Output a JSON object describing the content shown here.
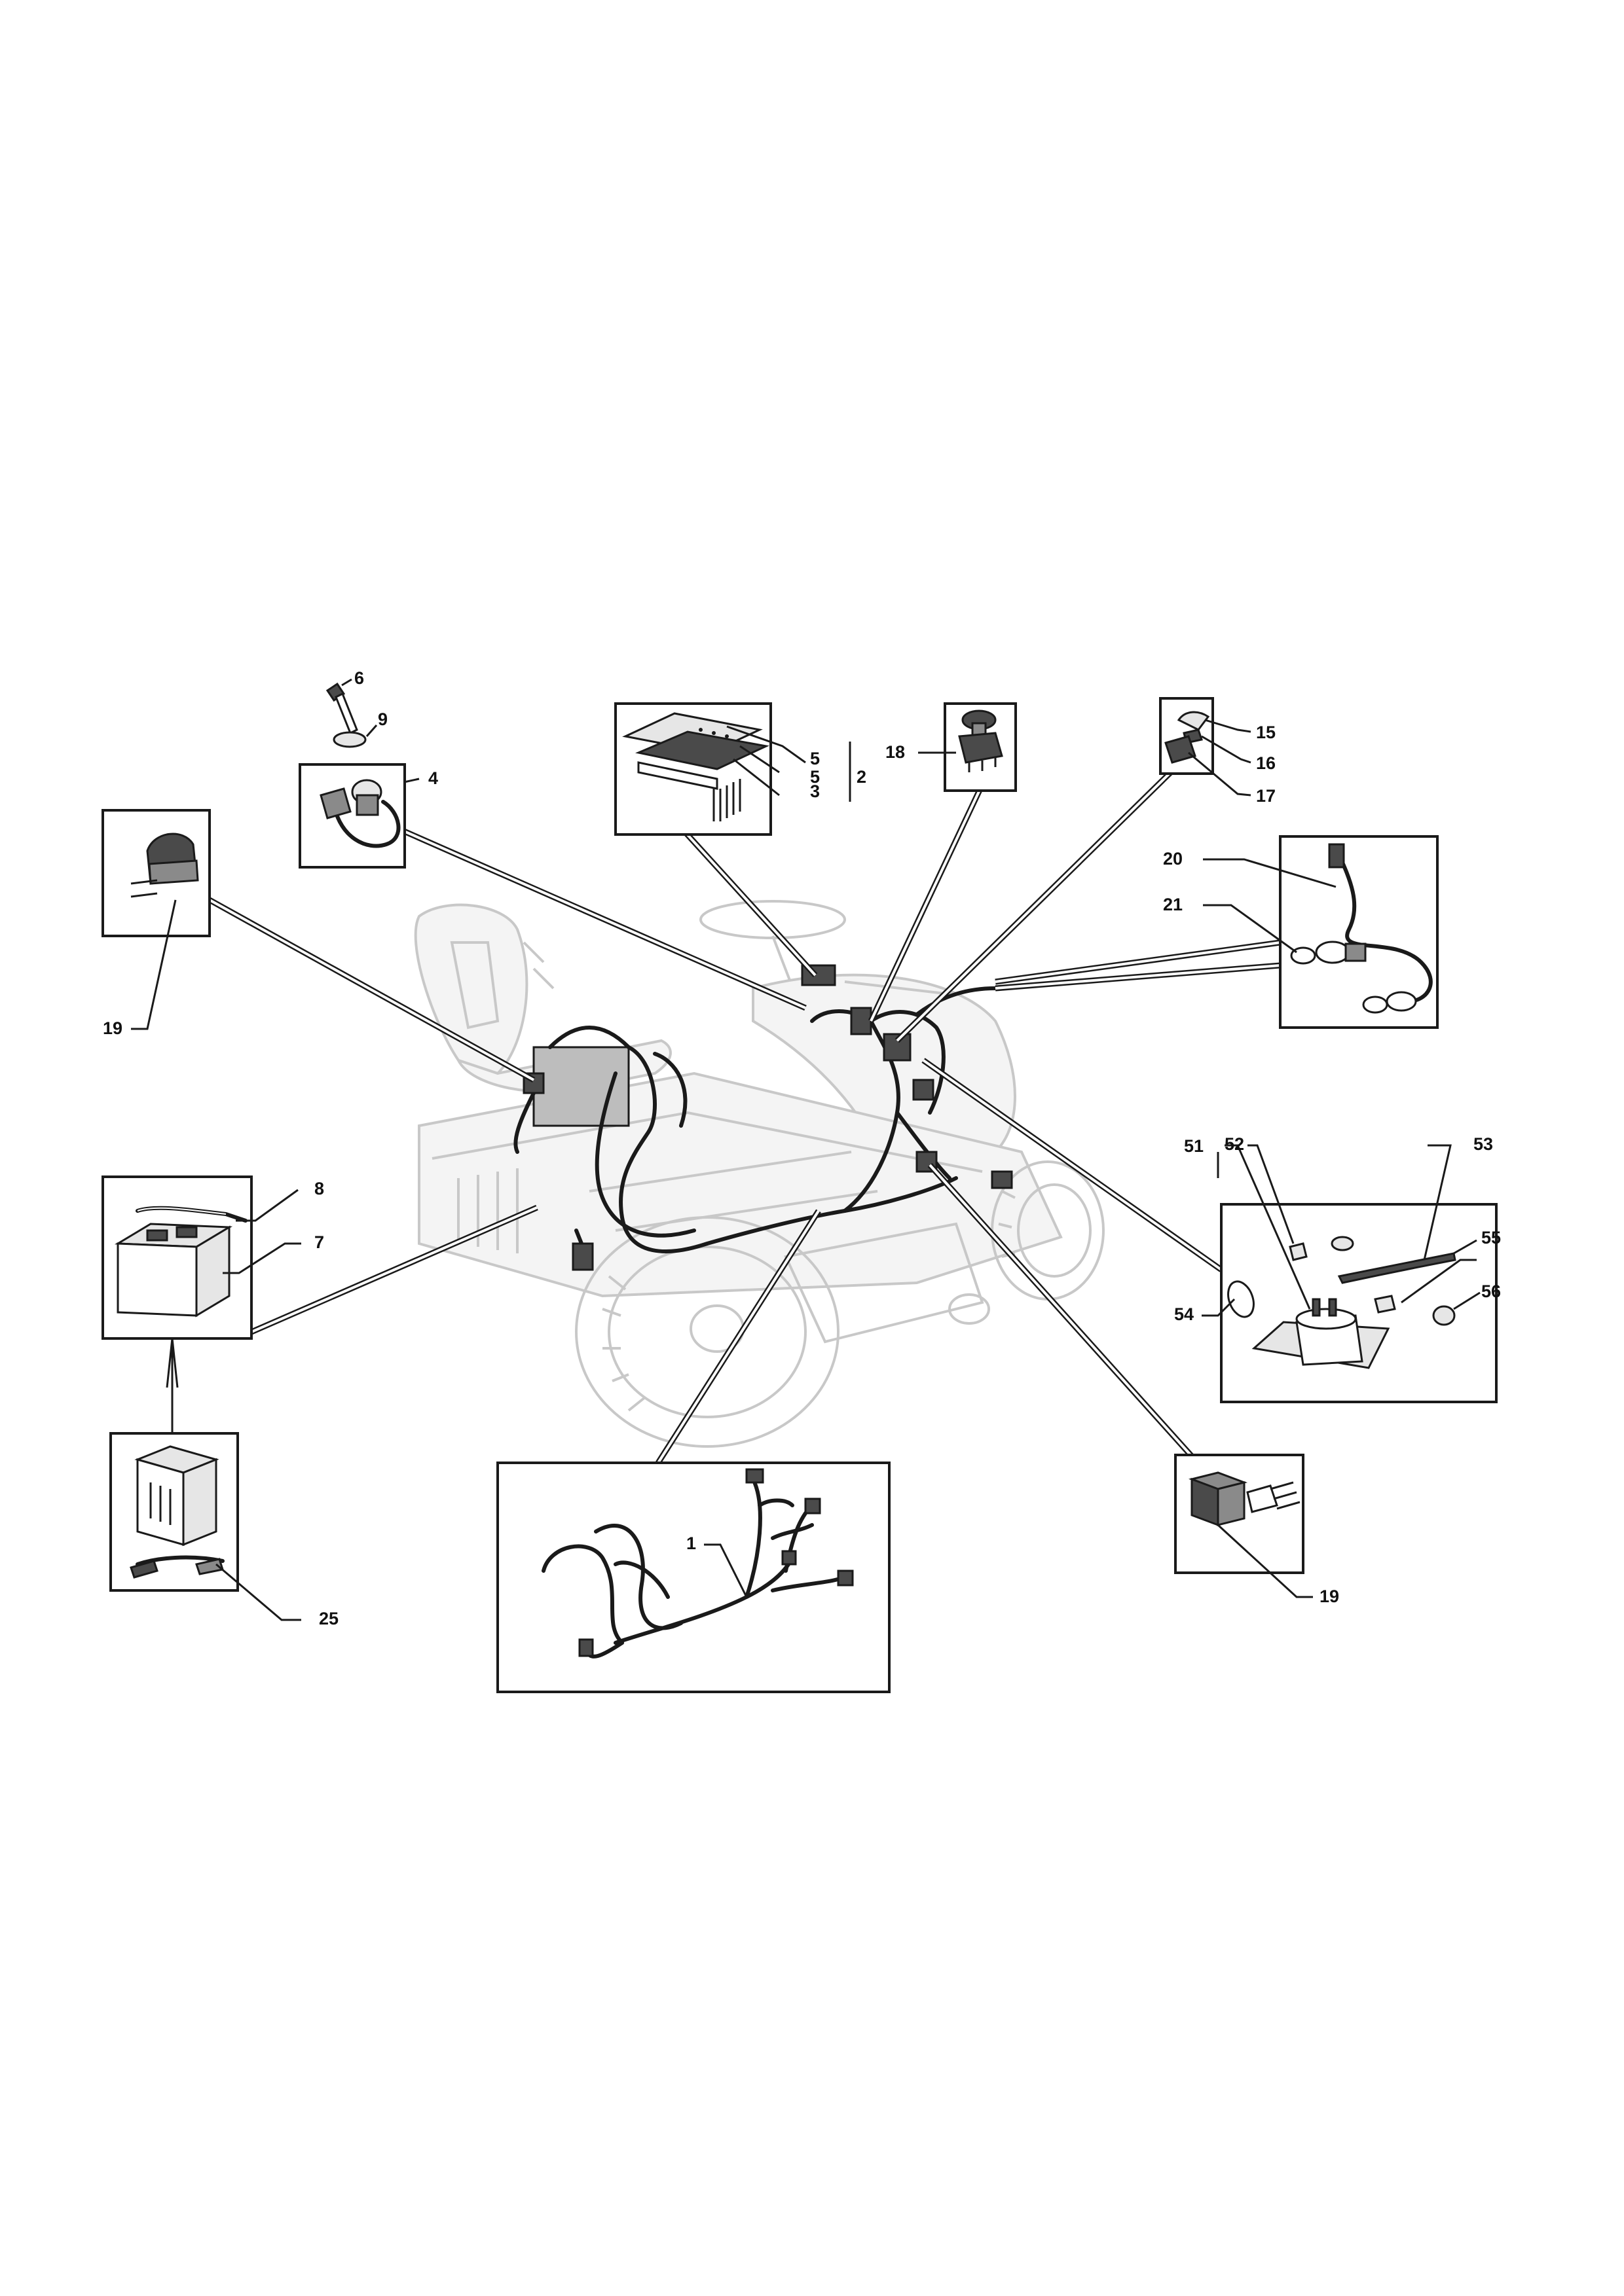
{
  "labels": {
    "l6": "6",
    "l9": "9",
    "l4": "4",
    "l5": "5",
    "l5b": "5",
    "l3": "3",
    "l2": "2",
    "l18": "18",
    "l15": "15",
    "l16": "16",
    "l17": "17",
    "l20": "20",
    "l21": "21",
    "l19a": "19",
    "l8": "8",
    "l7": "7",
    "l51": "51",
    "l52": "52",
    "l53": "53",
    "l55": "55",
    "l56": "56",
    "l54": "54",
    "l1": "1",
    "l19b": "19",
    "l25": "25"
  },
  "colors": {
    "line": "#1a1a1a",
    "ghost": "#c8c8c8",
    "part_dark": "#4a4a4a",
    "part_mid": "#8a8a8a",
    "background": "#ffffff"
  }
}
